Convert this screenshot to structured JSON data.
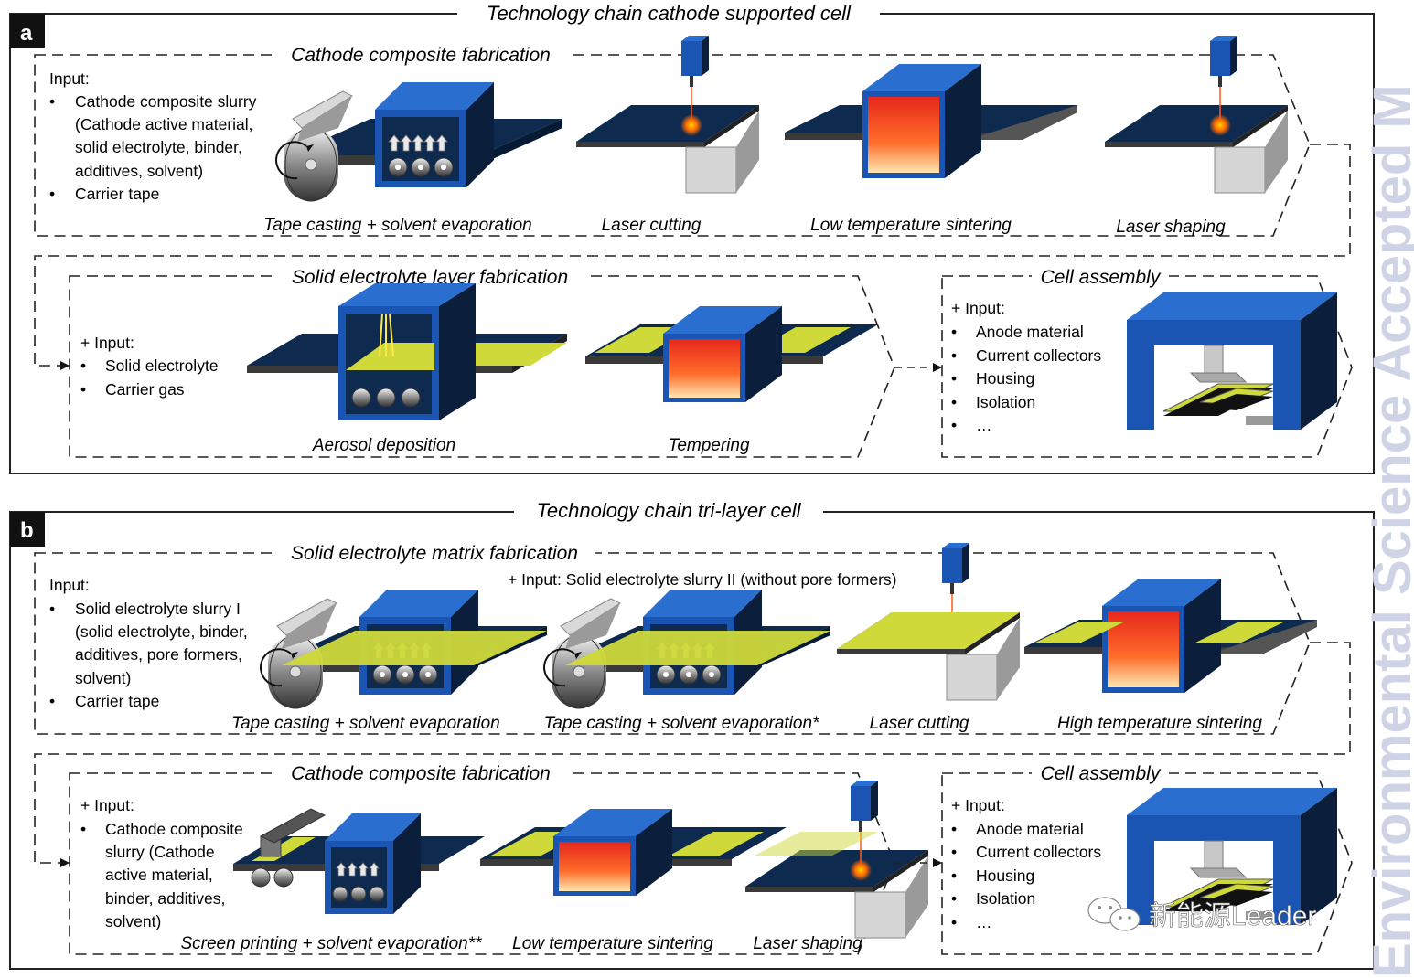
{
  "colors": {
    "navy": "#0e2a4f",
    "blue": "#1565c0",
    "yellow": "#cfd93a",
    "gray": "#7a7a7a",
    "red": "#e8321e",
    "orange": "#ff7a1a",
    "watermark": "#cfd3e6"
  },
  "panel_a": {
    "letter": "a",
    "title": "Technology chain cathode supported cell",
    "row1": {
      "section": "Cathode composite fabrication",
      "input_header": "Input:",
      "inputs": [
        "Cathode composite slurry",
        "(Cathode active material,",
        "solid electrolyte, binder,",
        "additives, solvent)",
        "Carrier tape"
      ],
      "steps": [
        "Tape casting + solvent evaporation",
        "Laser cutting",
        "Low temperature sintering",
        "Laser shaping"
      ]
    },
    "row2": {
      "section": "Solid electrolyte layer fabrication",
      "input_header": "+ Input:",
      "inputs": [
        "Solid electrolyte",
        "Carrier gas"
      ],
      "steps": [
        "Aerosol deposition",
        "Tempering"
      ]
    },
    "assembly": {
      "section": "Cell assembly",
      "input_header": "+ Input:",
      "inputs": [
        "Anode material",
        "Current collectors",
        "Housing",
        "Isolation",
        "…"
      ]
    }
  },
  "panel_b": {
    "letter": "b",
    "title": "Technology chain tri-layer cell",
    "row1": {
      "section": "Solid electrolyte matrix fabrication",
      "extra_input": "+ Input: Solid electrolyte slurry II (without pore formers)",
      "input_header": "Input:",
      "inputs": [
        "Solid electrolyte slurry I",
        "(solid electrolyte, binder,",
        "additives, pore formers,",
        "solvent)",
        "Carrier tape"
      ],
      "steps": [
        "Tape casting + solvent evaporation",
        "Tape casting + solvent evaporation*",
        "Laser cutting",
        "High temperature sintering"
      ]
    },
    "row2": {
      "section": "Cathode composite fabrication",
      "input_header": "+ Input:",
      "inputs": [
        "Cathode composite",
        "slurry (Cathode",
        "active material,",
        "binder, additives,",
        "solvent)"
      ],
      "steps": [
        "Screen printing + solvent evaporation**",
        "Low temperature sintering",
        "Laser shaping"
      ]
    },
    "assembly": {
      "section": "Cell assembly",
      "input_header": "+ Input:",
      "inputs": [
        "Anode material",
        "Current collectors",
        "Housing",
        "Isolation",
        "…"
      ]
    }
  },
  "watermark": "Environmental Science Accepted M",
  "wechat_label": "新能源Leader"
}
